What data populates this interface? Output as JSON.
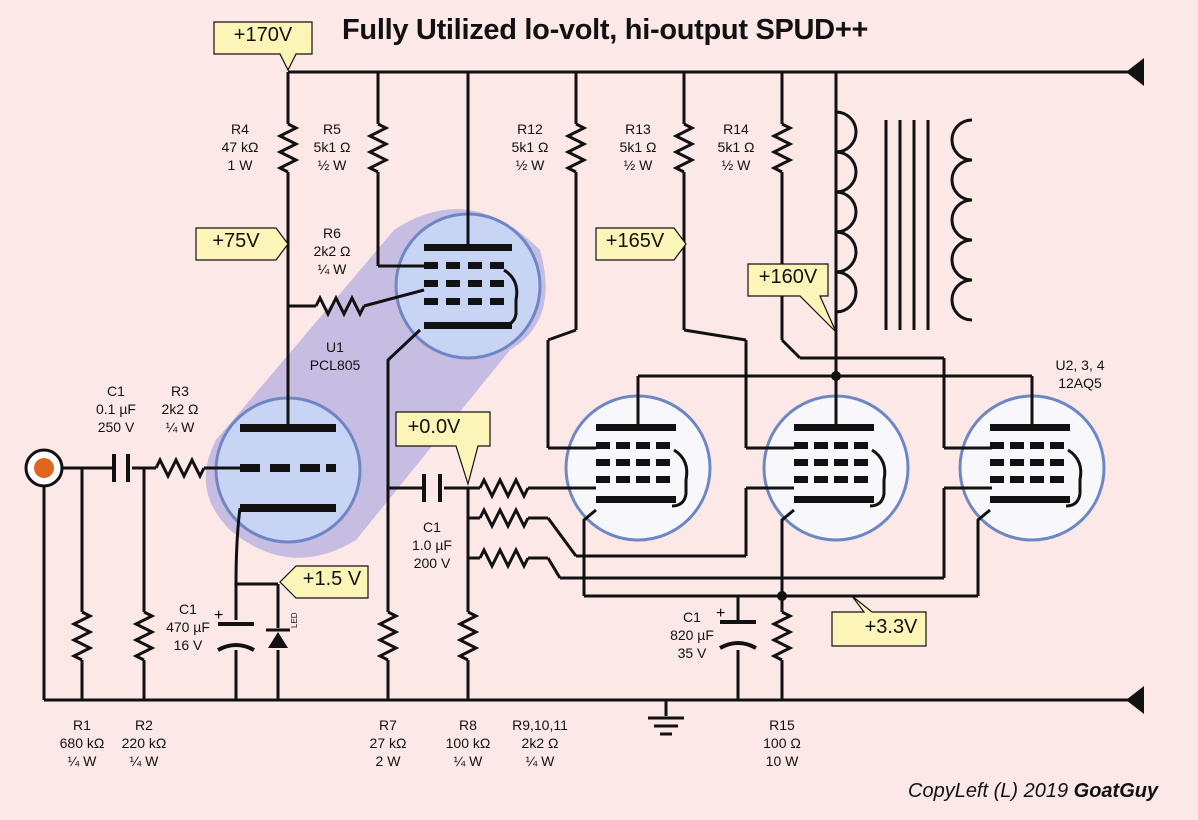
{
  "title": "Fully Utilized lo-volt, hi-output SPUD++",
  "copyright": {
    "prefix": "CopyLeft (L)  2019 ",
    "author": "GoatGuy"
  },
  "voltage_tags": {
    "v170": "+170V",
    "v75": "+75V",
    "v165": "+165V",
    "v160": "+160V",
    "v00": "+0.0V",
    "v15": "+1.5 V",
    "v33": "+3.3V"
  },
  "components": {
    "r4": {
      "name": "R4",
      "value": "47 kΩ",
      "rating": "1 W"
    },
    "r5": {
      "name": "R5",
      "value": "5k1 Ω",
      "rating": "½ W"
    },
    "r12": {
      "name": "R12",
      "value": "5k1 Ω",
      "rating": "½ W"
    },
    "r13": {
      "name": "R13",
      "value": "5k1 Ω",
      "rating": "½ W"
    },
    "r14": {
      "name": "R14",
      "value": "5k1 Ω",
      "rating": "½ W"
    },
    "r6": {
      "name": "R6",
      "value": "2k2 Ω",
      "rating": "¼ W"
    },
    "u1": {
      "name": "U1",
      "value": "PCL805"
    },
    "u2": {
      "name": "U2, 3, 4",
      "value": "12AQ5"
    },
    "c_in": {
      "name": "C1",
      "value": "0.1 µF",
      "rating": "250 V"
    },
    "r3": {
      "name": "R3",
      "value": "2k2 Ω",
      "rating": "¼ W"
    },
    "c_couple": {
      "name": "C1",
      "value": "1.0 µF",
      "rating": "200 V"
    },
    "c_cath1": {
      "name": "C1",
      "value": "470 µF",
      "rating": "16 V"
    },
    "c_cath2": {
      "name": "C1",
      "value": "820 µF",
      "rating": "35 V"
    },
    "r1": {
      "name": "R1",
      "value": "680 kΩ",
      "rating": "¼ W"
    },
    "r2": {
      "name": "R2",
      "value": "220 kΩ",
      "rating": "¼ W"
    },
    "r7": {
      "name": "R7",
      "value": "27 kΩ",
      "rating": "2 W"
    },
    "r8": {
      "name": "R8",
      "value": "100 kΩ",
      "rating": "¼ W"
    },
    "r9": {
      "name": "R9,10,11",
      "value": "2k2 Ω",
      "rating": "¼ W"
    },
    "r15": {
      "name": "R15",
      "value": "100 Ω",
      "rating": "10 W"
    },
    "led": "LED"
  },
  "colors": {
    "background": "#fde8e8",
    "tag_fill": "#fdf4b8",
    "tube_fill": "#c8d4f4",
    "tube_outline": "#6e86c4",
    "tube_glow": "#b4aee0",
    "input_jack": "#e0651e"
  }
}
